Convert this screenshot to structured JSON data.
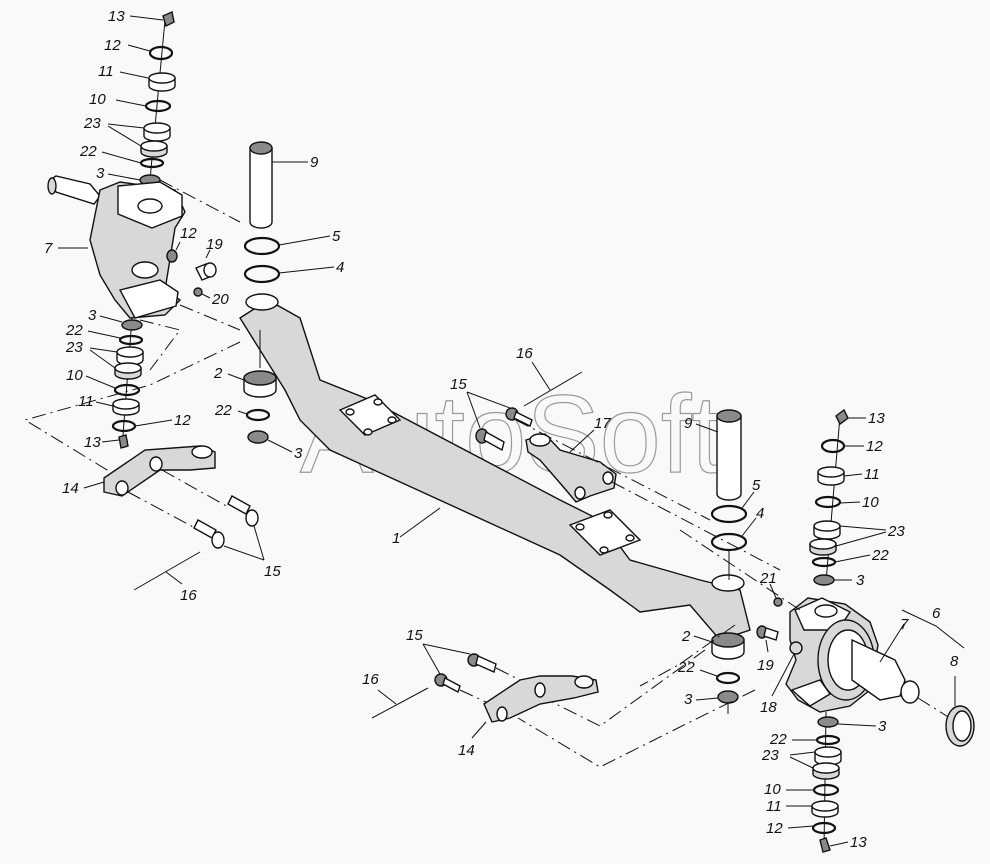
{
  "diagram": {
    "title": "Front axle exploded view",
    "watermark": "AutoSoft",
    "callouts": {
      "left_kingpin_stack": [
        "13",
        "12",
        "11",
        "10",
        "23",
        "22",
        "3"
      ],
      "left_knuckle": "7",
      "left_knuckle_fasteners": [
        "12",
        "19",
        "20"
      ],
      "left_lower_stack": [
        "3",
        "22",
        "23",
        "10",
        "11",
        "12",
        "13"
      ],
      "left_pin": "9",
      "left_washers": [
        "5",
        "4"
      ],
      "left_bearing_stack": [
        "2",
        "22",
        "3"
      ],
      "left_arm": "14",
      "left_arm_bolts": "15",
      "left_rod": "16",
      "beam": "1",
      "center_bolts": "15",
      "center_rod": "16",
      "center_arm": "17",
      "right_pin": "9",
      "right_washers": [
        "5",
        "4"
      ],
      "right_kingpin_stack": [
        "13",
        "12",
        "11",
        "10",
        "23",
        "22",
        "3"
      ],
      "right_fitting": "21",
      "right_knuckle_assembly": "6",
      "right_knuckle": "7",
      "right_seal": "8",
      "right_bearing_stack": [
        "2",
        "22",
        "3"
      ],
      "right_bolt": "19",
      "right_plug": "18",
      "right_lower_stack": [
        "3",
        "22",
        "23",
        "10",
        "11",
        "12",
        "13"
      ],
      "bottom_bolts": "15",
      "bottom_rod": "16",
      "bottom_arm": "14"
    }
  }
}
